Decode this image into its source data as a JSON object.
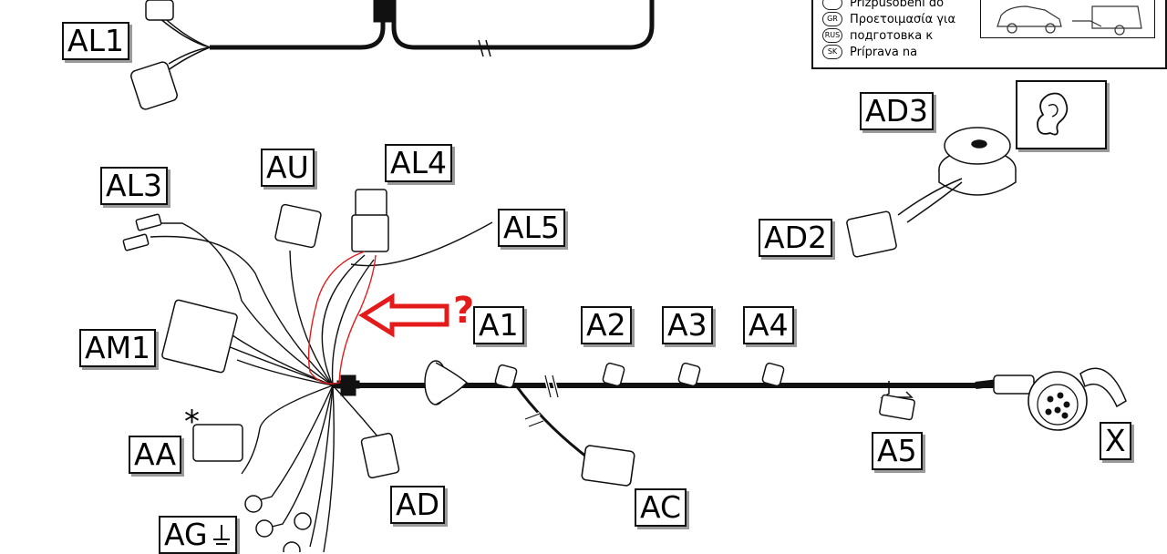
{
  "labels": {
    "al1": "AL1",
    "al3": "AL3",
    "au": "AU",
    "al4": "AL4",
    "al5": "AL5",
    "am1": "AM1",
    "aa": "AA",
    "ag": "AG",
    "ad": "AD",
    "a1": "A1",
    "a2": "A2",
    "a3": "A3",
    "a4": "A4",
    "ac": "AC",
    "a5": "A5",
    "x": "X",
    "ad3": "AD3",
    "ad2": "AD2"
  },
  "annotation": {
    "question_mark": "?",
    "asterisk": "*"
  },
  "legend": {
    "rows": [
      {
        "code": "GR",
        "text": "Προετοιμασία για"
      },
      {
        "code": "RUS",
        "text": "подготовка к"
      },
      {
        "code": "SK",
        "text": "Príprava na"
      }
    ],
    "partial_top_text": "Přizpůsobení do"
  },
  "colors": {
    "annotation_red": "#e31b1b",
    "wire": "#111111",
    "label_shadow": "#9a9a9a"
  }
}
